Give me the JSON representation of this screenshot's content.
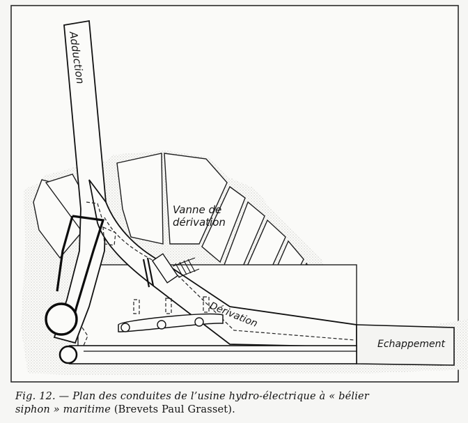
{
  "figure": {
    "labels": {
      "adduction": "Adduction",
      "vanne_line1": "Vanne de",
      "vanne_line2": "dérivation",
      "derivation": "Dérivation",
      "echappement": "Echappement"
    },
    "caption": {
      "number": "Fig. 12.",
      "dash": "—",
      "text_italic": "Plan des conduites de l’usine hydro-électrique à « bélier",
      "text_italic_2": "siphon » maritime",
      "text_roman": "(Brevets Paul Grasset)."
    }
  }
}
